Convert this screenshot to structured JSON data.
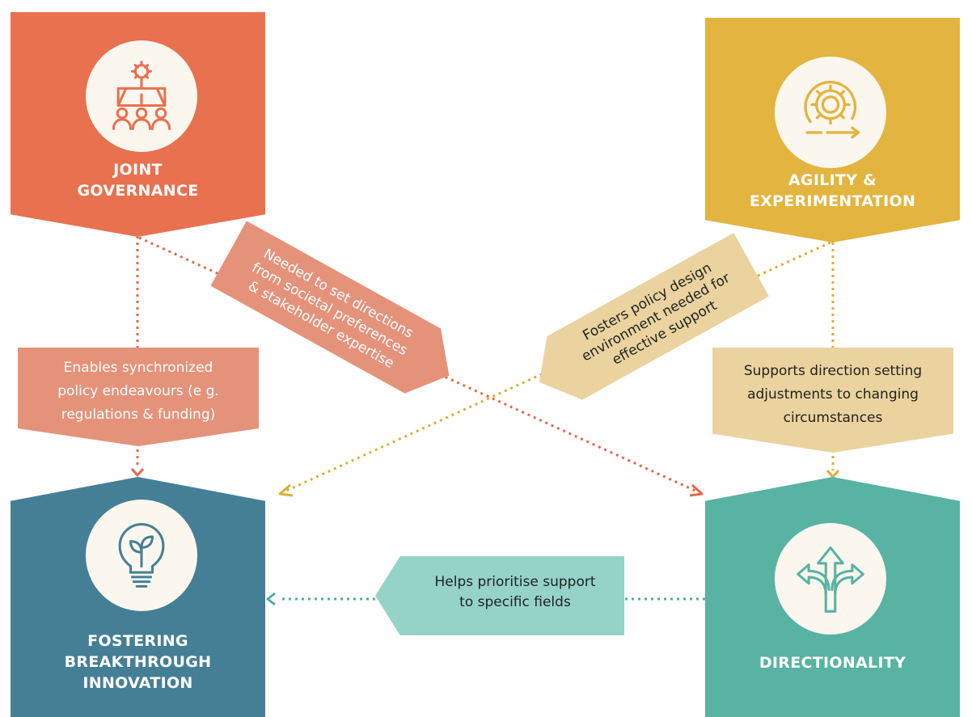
{
  "nodes": {
    "joint_governance": {
      "title_line1": "JOINT",
      "title_line2": "GOVERNANCE",
      "color": "#e8714f",
      "icon": "team-gear-icon"
    },
    "agility": {
      "title_line1": "AGILITY &",
      "title_line2": "EXPERIMENTATION",
      "color": "#e3b43f",
      "icon": "gear-cycle-icon"
    },
    "fostering": {
      "title_line1": "FOSTERING",
      "title_line2": "BREAKTHROUGH",
      "title_line3": "INNOVATION",
      "color": "#457f96",
      "icon": "lightbulb-sprout-icon"
    },
    "directionality": {
      "title": "DIRECTIONALITY",
      "color": "#58b3a2",
      "icon": "branching-arrows-icon"
    }
  },
  "links": {
    "synchronized": {
      "line1": "Enables synchronized",
      "line2": "policy endeavours (e g.",
      "line3": "regulations & funding)",
      "color": "#e5927a"
    },
    "set_directions": {
      "line1": "Needed to set directions",
      "line2": "from societal preferences",
      "line3": "& stakeholder expertise",
      "color": "#e5927a"
    },
    "policy_design": {
      "line1": "Fosters policy design",
      "line2": "environment needed for",
      "line3": "effective support",
      "color": "#ead39e"
    },
    "direction_setting": {
      "line1": "Supports direction setting",
      "line2": "adjustments to changing",
      "line3": "circumstances",
      "color": "#ead39e"
    },
    "prioritise": {
      "line1": "Helps prioritise support",
      "line2": "to specific fields",
      "color": "#95d3c8"
    }
  }
}
